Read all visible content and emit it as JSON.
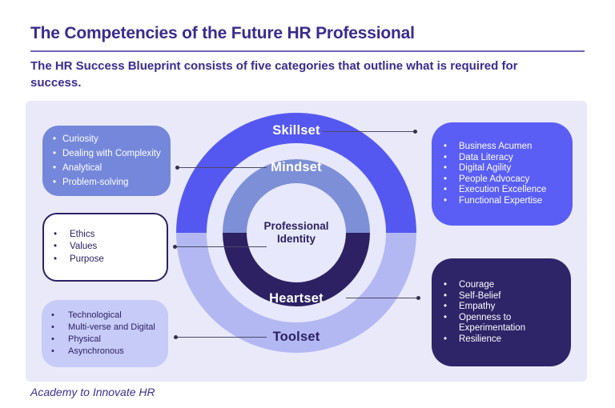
{
  "header": {
    "title": "The Competencies of the Future HR Professional",
    "subtitle": "The HR Success Blueprint consists of five categories that outline what is required for success."
  },
  "diagram": {
    "rings": {
      "skillset": "Skillset",
      "mindset": "Mindset",
      "center": "Professional Identity",
      "heartset": "Heartset",
      "toolset": "Toolset"
    },
    "boxes": {
      "mindset": [
        "Curiosity",
        "Dealing with Complexity",
        "Analytical",
        "Problem-solving"
      ],
      "identity": [
        "Ethics",
        "Values",
        "Purpose"
      ],
      "toolset": [
        "Technological",
        "Multi-verse and Digital",
        "Physical",
        "Asynchronous"
      ],
      "skillset": [
        "Business Acumen",
        "Data Literacy",
        "Digital Agility",
        "People Advocacy",
        "Execution Excellence",
        "Functional Expertise"
      ],
      "heartset": [
        "Courage",
        "Self-Belief",
        "Empathy",
        "Openness to Experimentation",
        "Resilience"
      ]
    }
  },
  "footer": {
    "credit": "Academy to Innovate HR"
  },
  "colors": {
    "heading_text": "#3a2b8e",
    "panel_bg": "#e9e9fa",
    "ring_outer_top": "#5558f0",
    "ring_outer_bottom": "#b3b8f3",
    "ring_inner_top": "#7d8fd6",
    "ring_inner_bottom": "#2d2163",
    "box_mindset_bg": "#7487da",
    "box_identity_bg": "#ffffff",
    "box_toolset_bg": "#c7cbf8",
    "box_skillset_bg": "#5a5ef5",
    "box_heartset_bg": "#2e2468",
    "dark_text": "#2d2163"
  }
}
